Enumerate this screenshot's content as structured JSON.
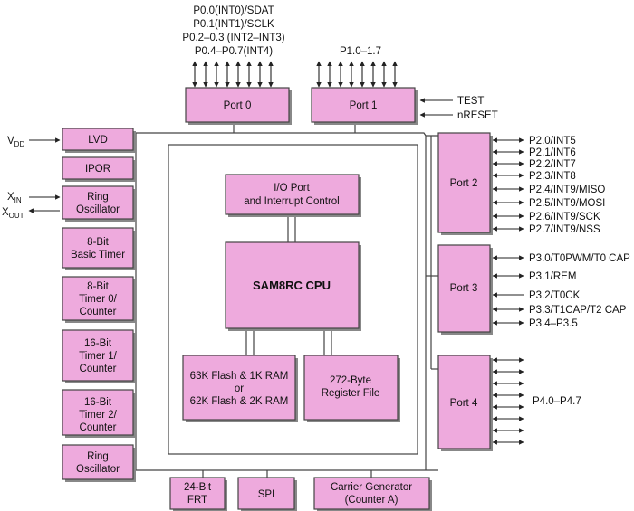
{
  "blocks": {
    "port0": "Port 0",
    "port1": "Port 1",
    "port2": "Port 2",
    "port3": "Port 3",
    "port4": "Port 4",
    "lvd": "LVD",
    "ipor": "IPOR",
    "ring_osc_1": [
      "Ring",
      "Oscillator"
    ],
    "basic_timer": [
      "8-Bit",
      "Basic Timer"
    ],
    "timer0": [
      "8-Bit",
      "Timer 0/",
      "Counter"
    ],
    "timer1": [
      "16-Bit",
      "Timer 1/",
      "Counter"
    ],
    "timer2": [
      "16-Bit",
      "Timer 2/",
      "Counter"
    ],
    "ring_osc_2": [
      "Ring",
      "Oscillator"
    ],
    "io_port": [
      "I/O Port",
      "and Interrupt Control"
    ],
    "cpu": "SAM8RC CPU",
    "flash": [
      "63K Flash & 1K RAM",
      "or",
      "62K Flash & 2K RAM"
    ],
    "regfile": [
      "272-Byte",
      "Register File"
    ],
    "frt": [
      "24-Bit",
      "FRT"
    ],
    "spi": "SPI",
    "carrier": [
      "Carrier Generator",
      "(Counter A)"
    ]
  },
  "labels": {
    "port0_pins": [
      "P0.0(INT0)/SDAT",
      "P0.1(INT1)/SCLK",
      "P0.2–0.3 (INT2–INT3)",
      "P0.4–P0.7(INT4)"
    ],
    "port1_pins": "P1.0–1.7",
    "test": "TEST",
    "nreset": "nRESET",
    "vdd": {
      "main": "V",
      "sub": "DD"
    },
    "xin": {
      "main": "X",
      "sub": "IN"
    },
    "xout": {
      "main": "X",
      "sub": "OUT"
    },
    "port2_pins": [
      "P2.0/INT5",
      "P2.1/INT6",
      "P2.2/INT7",
      "P2.3/INT8",
      "P2.4/INT9/MISO",
      "P2.5/INT9/MOSI",
      "P2.6/INT9/SCK",
      "P2.7/INT9/NSS"
    ],
    "port3_pins": [
      "P3.0/T0PWM/T0 CAP",
      "P3.1/REM",
      "P3.2/T0CK",
      "P3.3/T1CAP/T2 CAP",
      "P3.4–P3.5"
    ],
    "port4_pins": "P4.0–P4.7"
  }
}
